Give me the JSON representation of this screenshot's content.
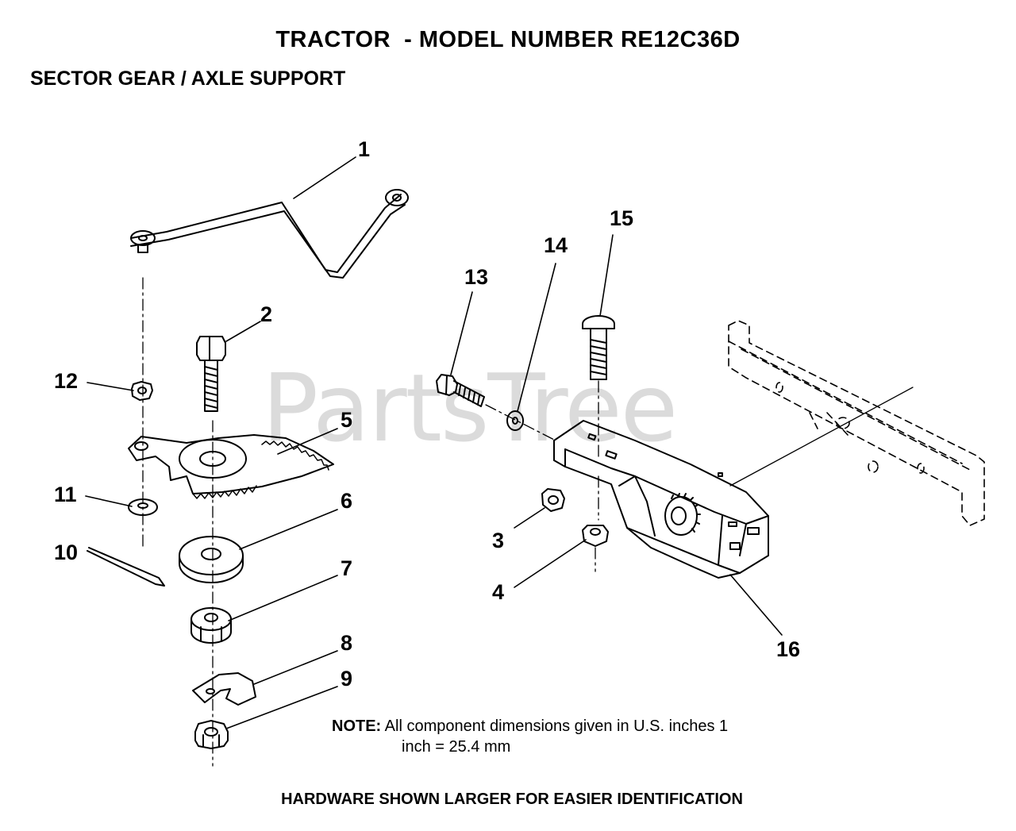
{
  "header": {
    "title": "TRACTOR  - MODEL NUMBER RE12C36D",
    "subtitle": "SECTOR GEAR / AXLE SUPPORT"
  },
  "watermark": "PartsTree",
  "callouts": [
    "1",
    "2",
    "3",
    "4",
    "5",
    "6",
    "7",
    "8",
    "9",
    "10",
    "11",
    "12",
    "13",
    "14",
    "15",
    "16"
  ],
  "note": {
    "label": "NOTE:",
    "line1": "All component dimensions given in U.S. inches 1",
    "line2": "inch = 25.4 mm"
  },
  "footer": "HARDWARE SHOWN LARGER FOR EASIER IDENTIFICATION"
}
